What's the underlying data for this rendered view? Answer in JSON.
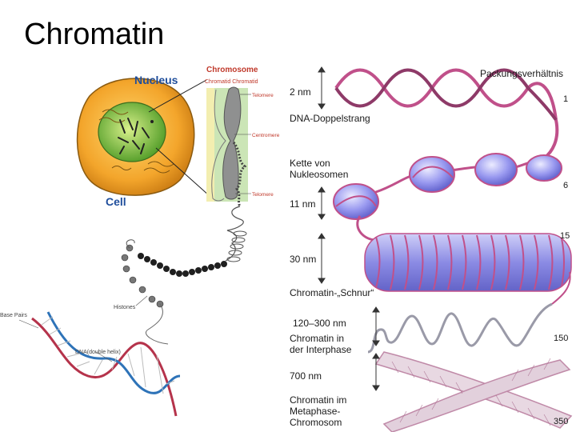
{
  "title": "Chromatin",
  "left_panel": {
    "nucleus": "Nucleus",
    "cell": "Cell",
    "chromosome": "Chromosome",
    "chromatid_pair": "Chromatid  Chromatid",
    "telomere_top": "Telomere",
    "centromere": "Centromere",
    "telomere_bottom": "Telomere",
    "histones": "Histones",
    "base_pairs": "Base Pairs",
    "dna_double_helix": "DNA(double helix)"
  },
  "right_panel": {
    "packing_ratio": "Packungsverhältnis",
    "levels": [
      {
        "size": "2 nm",
        "name_lines": [
          "DNA-Doppelstrang"
        ],
        "ratio": "1"
      },
      {
        "size": "11 nm",
        "name_lines": [
          "Kette von",
          "Nukleosomen"
        ],
        "ratio": "6"
      },
      {
        "size": "30 nm",
        "name_lines": [
          "Chromatin-„Schnur“"
        ],
        "ratio": "15"
      },
      {
        "size": "120–300 nm",
        "name_lines": [
          "Chromatin in",
          "der Interphase"
        ],
        "ratio": "150"
      },
      {
        "size": "700 nm",
        "name_lines": [
          "Chromatin im",
          "Metaphase-",
          "Chromosom"
        ],
        "ratio": "350"
      }
    ]
  },
  "colors": {
    "helix_pink": "#c0508a",
    "nucleosome_blue": "#8f8fe6",
    "cell_orange": "#f3a52b",
    "nucleus_green": "#7fbf3a",
    "chromosome_red_label": "#c0392b",
    "nucleus_label_blue": "#1f4e9c"
  }
}
